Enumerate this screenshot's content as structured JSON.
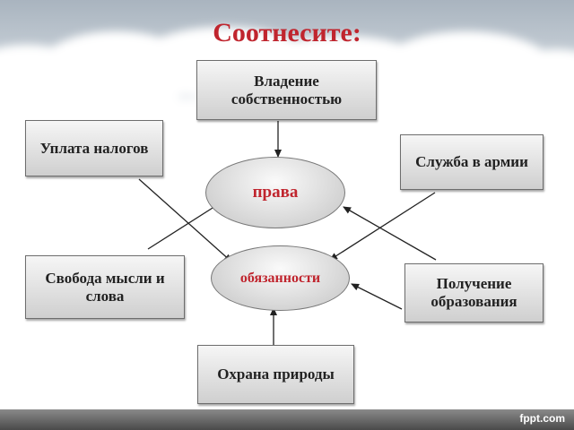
{
  "title": "Соотнесите:",
  "boxes": {
    "ownership": "Владение собственностью",
    "taxes": "Уплата налогов",
    "army": "Служба в армии",
    "freedom": "Свобода мысли и слова",
    "education": "Получение образования",
    "nature": "Охрана природы"
  },
  "nodes": {
    "rights": "права",
    "duties": "обязанности"
  },
  "footer": {
    "logo": "fppt.com"
  },
  "colors": {
    "title": "#c0252e",
    "node_text": "#c0252e",
    "arrow": "#222222"
  }
}
